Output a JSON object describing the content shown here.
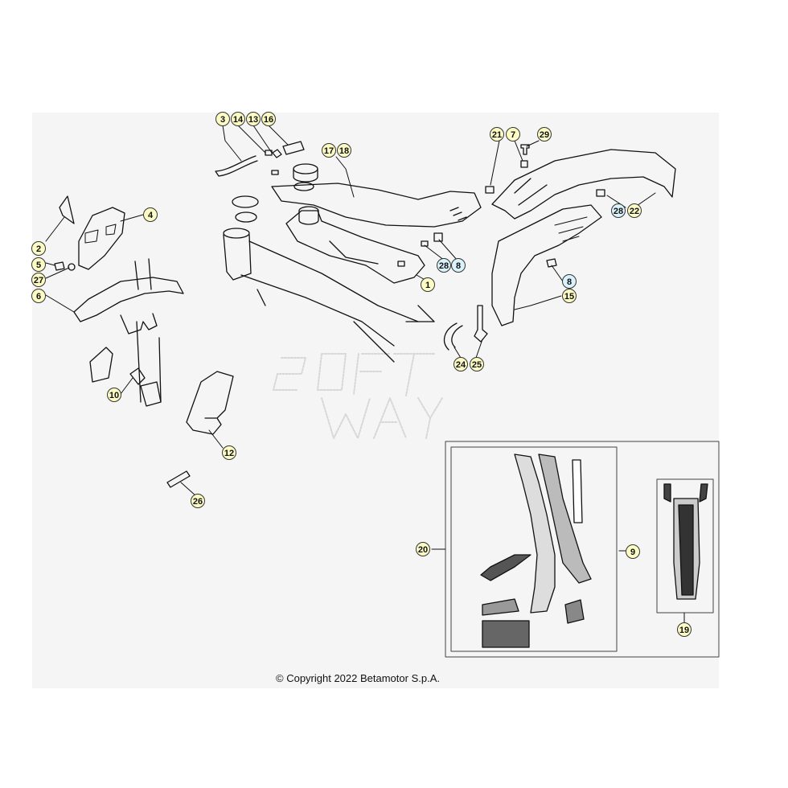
{
  "callout_colors": {
    "yellow": "#fdfbc4",
    "blue": "#d9f3fb",
    "stroke": "#333333"
  },
  "callouts": [
    {
      "label": "3",
      "color": "yellow"
    },
    {
      "label": "14",
      "color": "yellow"
    },
    {
      "label": "13",
      "color": "yellow"
    },
    {
      "label": "16",
      "color": "yellow"
    },
    {
      "label": "17",
      "color": "yellow"
    },
    {
      "label": "18",
      "color": "yellow"
    },
    {
      "label": "21",
      "color": "yellow"
    },
    {
      "label": "7",
      "color": "yellow"
    },
    {
      "label": "29",
      "color": "yellow"
    },
    {
      "label": "28",
      "color": "blue"
    },
    {
      "label": "22",
      "color": "yellow"
    },
    {
      "label": "4",
      "color": "yellow"
    },
    {
      "label": "2",
      "color": "yellow"
    },
    {
      "label": "5",
      "color": "yellow"
    },
    {
      "label": "27",
      "color": "yellow"
    },
    {
      "label": "6",
      "color": "yellow"
    },
    {
      "label": "28",
      "color": "blue"
    },
    {
      "label": "8",
      "color": "blue"
    },
    {
      "label": "1",
      "color": "yellow"
    },
    {
      "label": "8",
      "color": "blue"
    },
    {
      "label": "15",
      "color": "yellow"
    },
    {
      "label": "24",
      "color": "yellow"
    },
    {
      "label": "25",
      "color": "yellow"
    },
    {
      "label": "10",
      "color": "yellow"
    },
    {
      "label": "12",
      "color": "yellow"
    },
    {
      "label": "26",
      "color": "yellow"
    },
    {
      "label": "20",
      "color": "yellow"
    },
    {
      "label": "9",
      "color": "yellow"
    },
    {
      "label": "19",
      "color": "yellow"
    }
  ],
  "copyright": "© Copyright 2022 Betamotor S.p.A."
}
